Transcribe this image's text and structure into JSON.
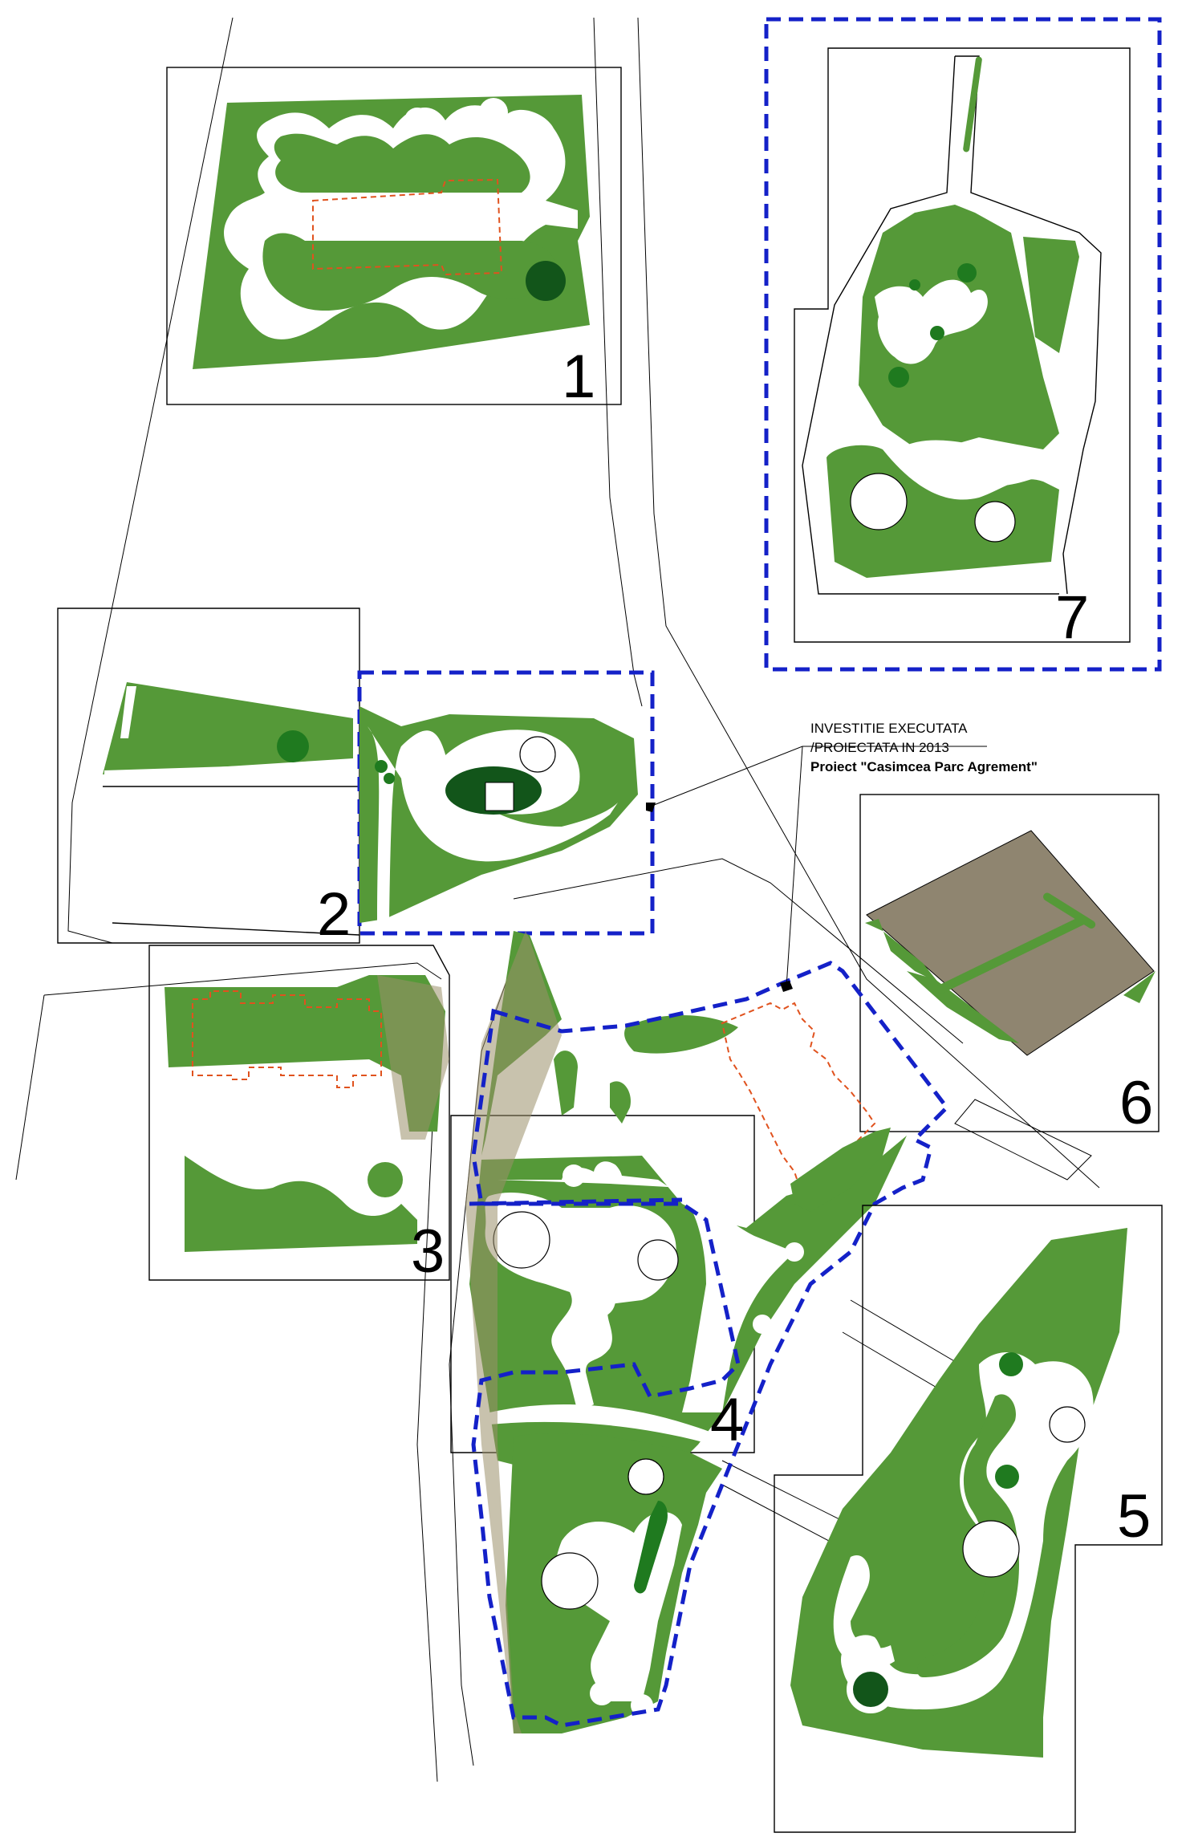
{
  "zones": [
    {
      "id": "1",
      "label": "1"
    },
    {
      "id": "2",
      "label": "2"
    },
    {
      "id": "3",
      "label": "3"
    },
    {
      "id": "4",
      "label": "4"
    },
    {
      "id": "5",
      "label": "5"
    },
    {
      "id": "6",
      "label": "6"
    },
    {
      "id": "7",
      "label": "7"
    }
  ],
  "annotation": {
    "line1": "INVESTITIE EXECUTATA",
    "line2": "/PROIECTATA IN 2013",
    "line3": "Proiect \"Casimcea Parc Agrement\""
  },
  "colors": {
    "green": "#559938",
    "dark_green": "#1f7a1f",
    "darkest_green": "#12551a",
    "boundary_blue": "#1421c8",
    "building_orange": "#e0521e",
    "paved_grey": "#8f8570"
  }
}
